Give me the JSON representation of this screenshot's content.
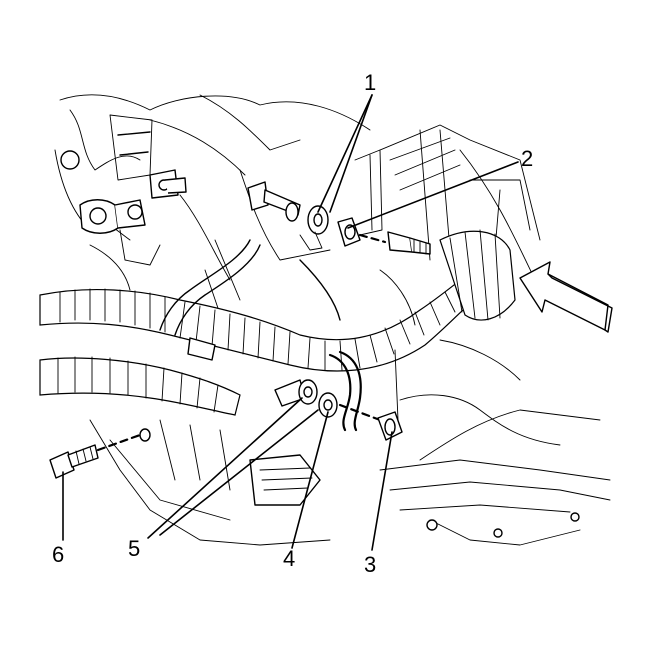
{
  "callouts": [
    {
      "id": "1",
      "label": "1"
    },
    {
      "id": "2",
      "label": "2"
    },
    {
      "id": "3",
      "label": "3"
    },
    {
      "id": "4",
      "label": "4"
    },
    {
      "id": "5",
      "label": "5"
    },
    {
      "id": "6",
      "label": "6"
    }
  ],
  "icons": {
    "direction_arrow": "front-direction-arrow-icon",
    "fastener": "bolt-icon",
    "nut": "nut-icon",
    "washer": "washer-icon"
  },
  "colors": {
    "line": "#000000",
    "background": "#ffffff"
  }
}
